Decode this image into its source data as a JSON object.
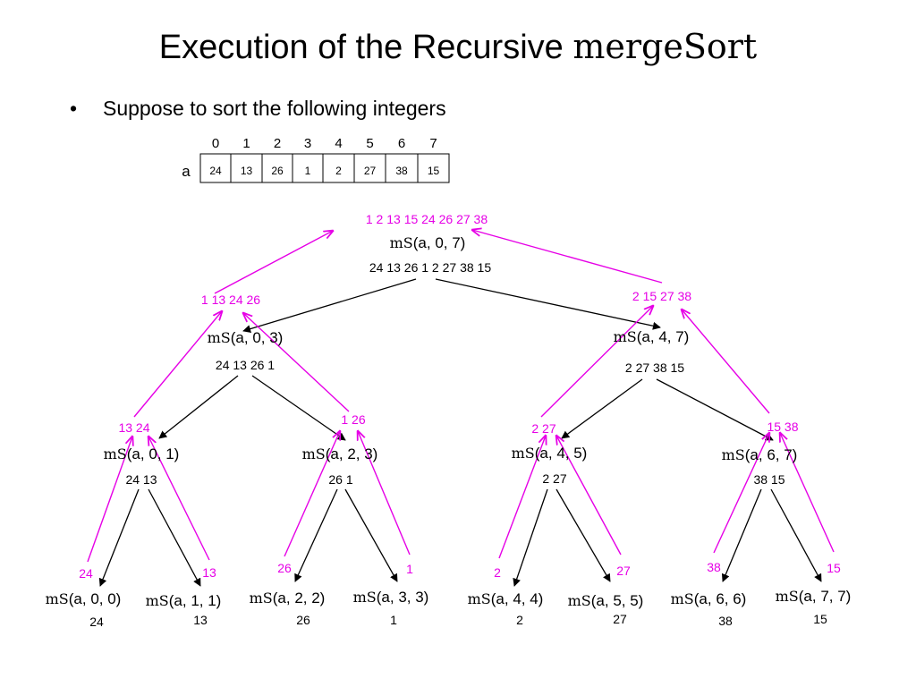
{
  "slide": {
    "title_text": "Execution of the Recursive ",
    "title_code": "mergeSort",
    "bullet_marker": "•",
    "bullet_text": "Suppose to sort the following integers"
  },
  "array": {
    "name": "a",
    "indices": [
      "0",
      "1",
      "2",
      "3",
      "4",
      "5",
      "6",
      "7"
    ],
    "values": [
      "24",
      "13",
      "26",
      "1",
      "2",
      "27",
      "38",
      "15"
    ]
  },
  "tree": {
    "call_prefix": "mS",
    "nodes": [
      {
        "id": "n07",
        "call": "(a, 0, 7)",
        "input": "24  13  26  1  2  27  38  15",
        "result": "1  2  13  15  24  26  27  38"
      },
      {
        "id": "n03",
        "call": "(a, 0, 3)",
        "input": "24  13  26  1",
        "result": "1  13  24  26"
      },
      {
        "id": "n47",
        "call": "(a, 4, 7)",
        "input": "2  27  38  15",
        "result": "2  15  27  38"
      },
      {
        "id": "n01",
        "call": "(a, 0, 1)",
        "input": "24  13",
        "result": "13  24"
      },
      {
        "id": "n23",
        "call": "(a, 2, 3)",
        "input": "26  1",
        "result": "1  26"
      },
      {
        "id": "n45",
        "call": "(a, 4, 5)",
        "input": "2  27",
        "result": "2  27"
      },
      {
        "id": "n67",
        "call": "(a, 6, 7)",
        "input": "38  15",
        "result": "15  38"
      },
      {
        "id": "n00",
        "call": "(a, 0, 0)",
        "input": "24",
        "result": "24"
      },
      {
        "id": "n11",
        "call": "(a, 1, 1)",
        "input": "13",
        "result": "13"
      },
      {
        "id": "n22",
        "call": "(a, 2, 2)",
        "input": "26",
        "result": "26"
      },
      {
        "id": "n33",
        "call": "(a, 3, 3)",
        "input": "1",
        "result": "1"
      },
      {
        "id": "n44",
        "call": "(a, 4, 4)",
        "input": "2",
        "result": "2"
      },
      {
        "id": "n55",
        "call": "(a, 5, 5)",
        "input": "27",
        "result": "27"
      },
      {
        "id": "n66",
        "call": "(a, 6, 6)",
        "input": "38",
        "result": "38"
      },
      {
        "id": "n77",
        "call": "(a, 7, 7)",
        "input": "15",
        "result": "15"
      }
    ]
  },
  "colors": {
    "call_arrow": "#000000",
    "return_arrow": "#e600e6",
    "result_text": "#e600e6",
    "text": "#000000"
  }
}
